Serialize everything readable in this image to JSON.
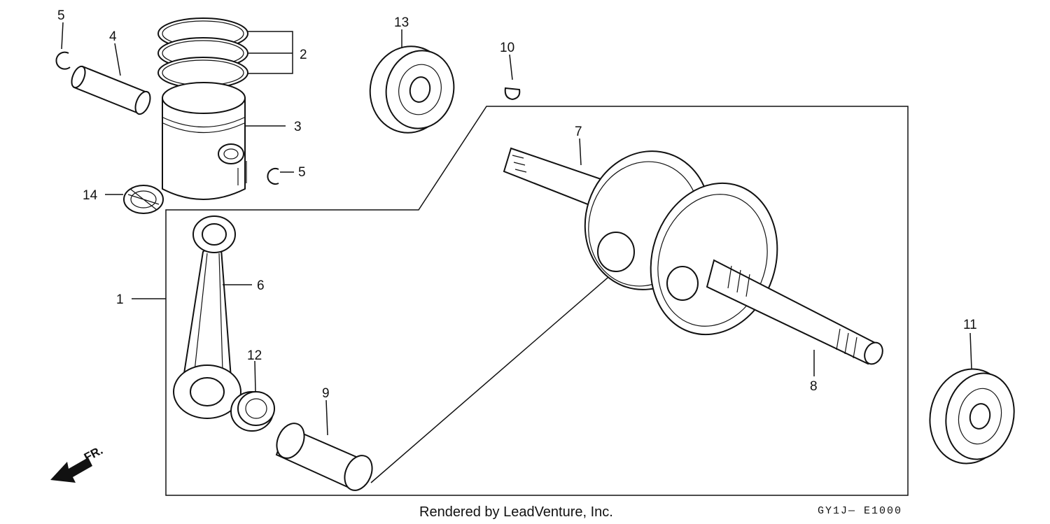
{
  "diagram": {
    "callouts": [
      "1",
      "2",
      "3",
      "4",
      "5",
      "5",
      "6",
      "7",
      "8",
      "9",
      "10",
      "11",
      "12",
      "13",
      "14"
    ],
    "direction_label": "FR.",
    "credit": "Rendered by LeadVenture, Inc.",
    "diagram_code": "GY1J— E1000"
  }
}
